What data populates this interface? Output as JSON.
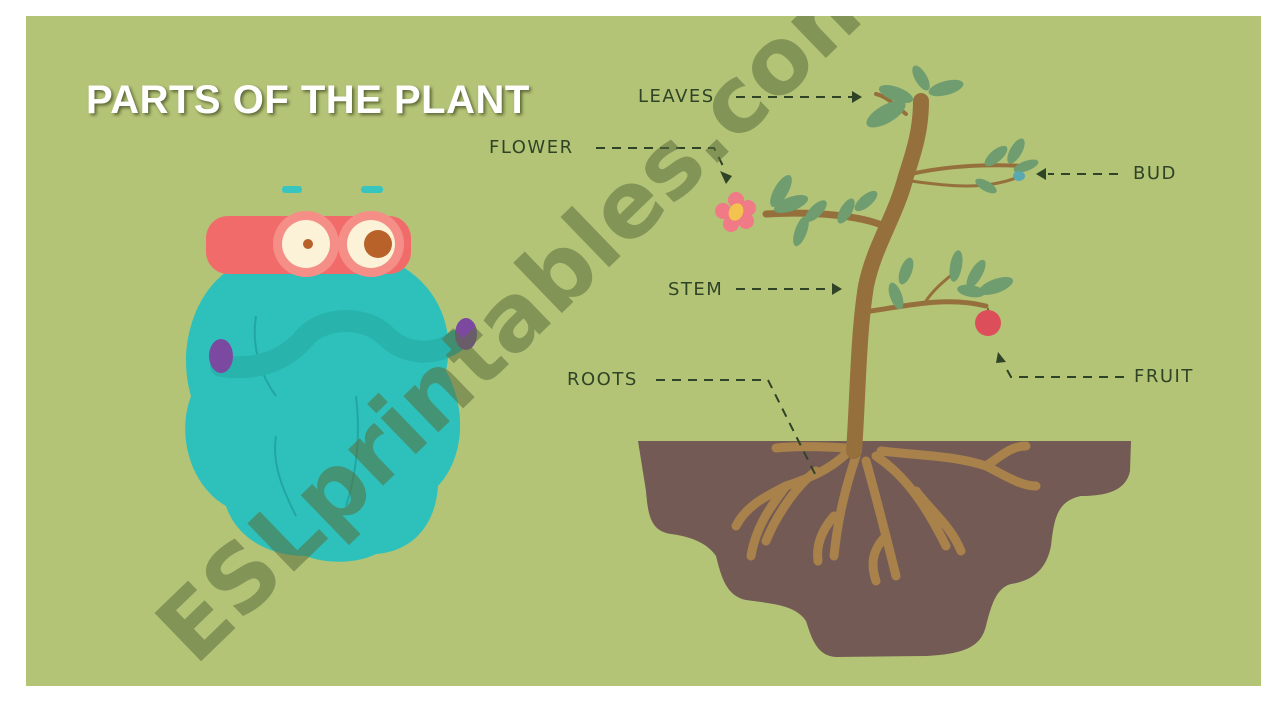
{
  "slide": {
    "title": "PARTS OF THE PLANT",
    "background_color": "#b4c477",
    "watermark": "ESLprintables.com"
  },
  "diagram": {
    "labels": {
      "leaves": "LEAVES",
      "flower": "FLOWER",
      "bud": "BUD",
      "stem": "STEM",
      "roots": "ROOTS",
      "fruit": "FRUIT"
    },
    "colors": {
      "label_text": "#2f4426",
      "soil": "#735a55",
      "trunk": "#96703c",
      "roots": "#a8824a",
      "leaf": "#6f9d70",
      "flower": "#f07a86",
      "fruit": "#dc4f5a",
      "character_body": "#2ec1bb",
      "character_goggles": "#f26b6b"
    }
  }
}
